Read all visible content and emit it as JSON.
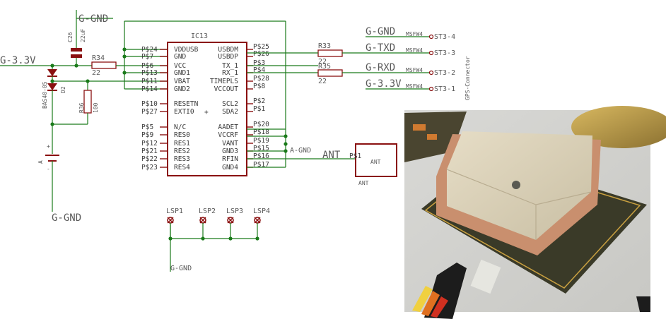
{
  "nets": {
    "gnd_top": "G-GND",
    "v33_left": "G-3.3V",
    "gnd_left": "G-GND",
    "gnd_lsp": "G-GND",
    "agnd": "A-GND",
    "ant": "ANT"
  },
  "parts": {
    "ic": "IC13",
    "c26_name": "C26",
    "c26_value": "22uF",
    "r34_name": "R34",
    "r34_value": "22",
    "r36_name": "R36",
    "r36_value": "100",
    "d2_name": "D2",
    "d2_value": "BAS40-05",
    "batt_name": "A",
    "r33_name": "R33",
    "r33_value": "22",
    "r35_name": "R35",
    "r35_value": "22",
    "ant_box_label": "ANT",
    "ant_box_pin": "P$1",
    "ant_name": "ANT"
  },
  "ic_left_pins": [
    {
      "num": "P$24",
      "name": "VDDUSB"
    },
    {
      "num": "P$7",
      "name": "GND"
    },
    {
      "num": "P$6",
      "name": "VCC"
    },
    {
      "num": "P$13",
      "name": "GND1"
    },
    {
      "num": "P$11",
      "name": "VBAT"
    },
    {
      "num": "P$14",
      "name": "GND2"
    },
    {
      "num": "P$10",
      "name": "RESETN"
    },
    {
      "num": "P$27",
      "name": "EXTI0"
    },
    {
      "num": "P$5",
      "name": "N/C"
    },
    {
      "num": "P$9",
      "name": "RES0"
    },
    {
      "num": "P$12",
      "name": "RES1"
    },
    {
      "num": "P$21",
      "name": "RES2"
    },
    {
      "num": "P$22",
      "name": "RES3"
    },
    {
      "num": "P$23",
      "name": "RES4"
    }
  ],
  "ic_right_pins": [
    {
      "num": "P$25",
      "name": "USBDM"
    },
    {
      "num": "P$26",
      "name": "USBDP"
    },
    {
      "num": "P$3",
      "name": "TX_1"
    },
    {
      "num": "P$4",
      "name": "RX_1"
    },
    {
      "num": "P$28",
      "name": "TIMEPLS"
    },
    {
      "num": "P$8",
      "name": "VCCOUT"
    },
    {
      "num": "P$2",
      "name": "SCL2"
    },
    {
      "num": "P$1",
      "name": "SDA2"
    },
    {
      "num": "P$20",
      "name": "AADET"
    },
    {
      "num": "P$18",
      "name": "VCCRF"
    },
    {
      "num": "P$19",
      "name": "VANT"
    },
    {
      "num": "P$15",
      "name": "GND3"
    },
    {
      "num": "P$16",
      "name": "RFIN"
    },
    {
      "num": "P$17",
      "name": "GND4"
    }
  ],
  "connector": {
    "name": "GPS-Connector",
    "rows": [
      {
        "net": "G-GND",
        "part": "MSFW4",
        "pin": "ST3-4"
      },
      {
        "net": "G-TXD",
        "part": "MSFW4",
        "pin": "ST3-3"
      },
      {
        "net": "G-RXD",
        "part": "MSFW4",
        "pin": "ST3-2"
      },
      {
        "net": "G-3.3V",
        "part": "MSFW4",
        "pin": "ST3-1"
      }
    ]
  },
  "lsp": [
    "LSP1",
    "LSP2",
    "LSP3",
    "LSP4"
  ],
  "colors": {
    "wire": "#1a7a1a",
    "part": "#8a1010",
    "text": "#5a5a5a",
    "copper_pad": "#c98f6e",
    "ceramic": "#d8d0b8",
    "pcb": "#3c3a2a"
  },
  "photo": {
    "alt": "GPS module photo"
  }
}
